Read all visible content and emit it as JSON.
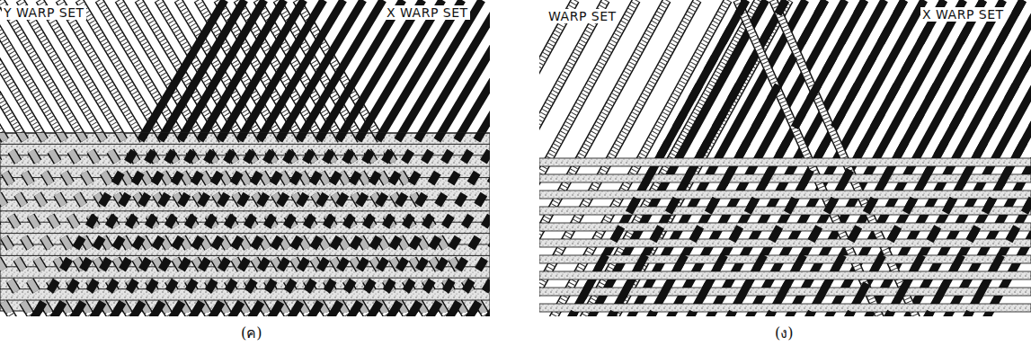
{
  "diagram": {
    "labels": [
      "Y WARP SET",
      "X WARP SET",
      "(ค)",
      "WARP SET",
      "X WARP SET",
      "(ง)"
    ]
  }
}
